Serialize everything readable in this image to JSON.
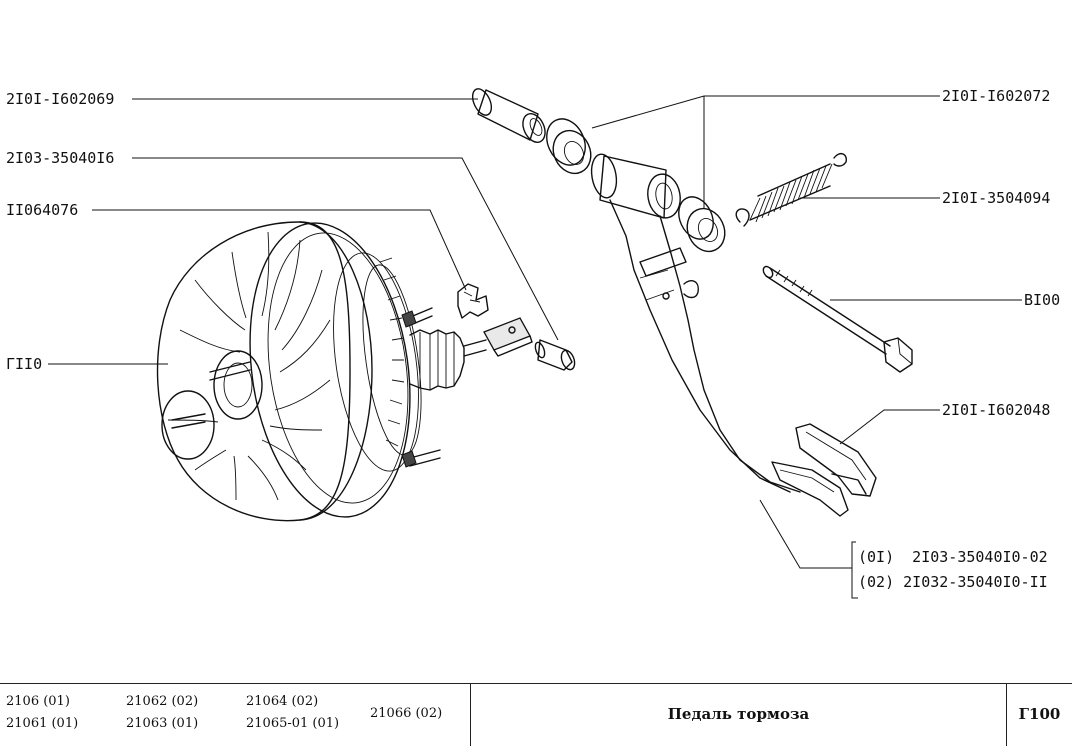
{
  "labels": {
    "pedal_bushing": "2I0I-I602069",
    "pin": "2I03-35040I6",
    "clip": "II064076",
    "booster": "ГII0",
    "sleeve": "2I0I-I602072",
    "spring": "2I0I-3504094",
    "bolt": "BI00",
    "pad": "2I0I-I602048",
    "pedal_01": "(0I)  2I03-35040I0-02",
    "pedal_02": "(02) 2I032-35040I0-II"
  },
  "footer": {
    "models": [
      [
        "2106 (01)",
        "21061 (01)"
      ],
      [
        "21062 (02)",
        "21063 (01)"
      ],
      [
        "21064 (02)",
        "21065-01 (01)"
      ],
      [
        "21066 (02)"
      ]
    ],
    "title": "Педаль тормоза",
    "code": "Г100"
  }
}
